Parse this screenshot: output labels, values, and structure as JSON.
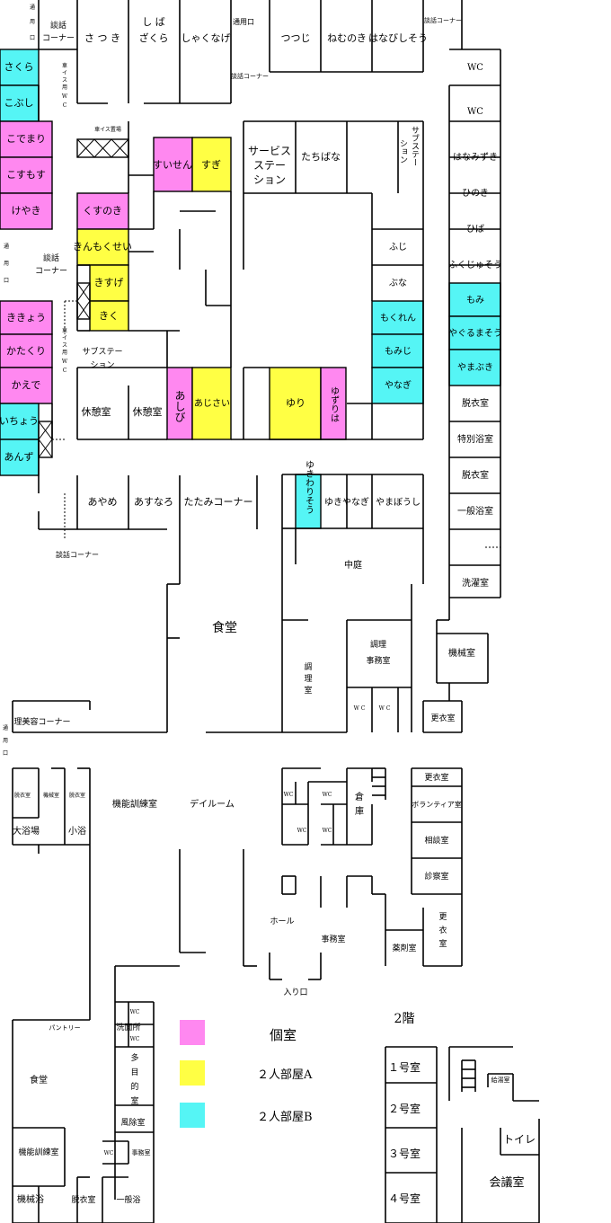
{
  "colors": {
    "private": "#FF88F0",
    "double_a": "#FFFF44",
    "double_b": "#55F5F5"
  },
  "legend": {
    "private": "個室",
    "double_a": "２人部屋A",
    "double_b": "２人部屋B"
  },
  "floor2_title": "2階",
  "rooms": {
    "satsuki": "さ つ き",
    "shiba": "し ば",
    "zakura": "ざくら",
    "shakunage": "しゃくなげ",
    "tsutsuji": "つつじ",
    "nemunoki": "ねむのき",
    "hanabishisou": "はなびしそう",
    "sakura": "さくら",
    "kobushi": "こぶし",
    "kodemari": "こでまり",
    "kosumosu": "こすもす",
    "keyaki": "けやき",
    "suisen": "すいせん",
    "sugi": "すぎ",
    "kusunoki": "くすのき",
    "kinmokusei": "きんもくせい",
    "kisuge": "きすげ",
    "kiku": "きく",
    "kikyou": "ききょう",
    "katakuri": "かたくり",
    "kaede": "かえで",
    "ichou": "いちょう",
    "anzu": "あんず",
    "ashibi": "あしび",
    "ajisai": "あじさい",
    "yuri": "ゆり",
    "yuzuriha": "ゆずりは",
    "tachibana": "たちばな",
    "fuji": "ふじ",
    "buna": "ぶな",
    "mokuren": "もくれん",
    "momiji": "もみじ",
    "yanagi": "やなぎ",
    "hanamizuki": "はなみずき",
    "hinoki": "ひのき",
    "hiba": "ひば",
    "fukujusou": "ふくじゅそう",
    "momi": "もみ",
    "yagurumasou": "やぐるまそう",
    "yamabuki": "やまぶき",
    "yukiwarisou": "ゆきわりそう",
    "yukiyanagi": "ゆきやなぎ",
    "yamabousi": "やまぼうし",
    "ayame": "あやめ",
    "asunaro": "あすなろ",
    "tatami_corner": "たたみコーナー",
    "rest1": "休憩室",
    "rest2": "休憩室"
  },
  "facilities": {
    "service_station": [
      "サービス",
      "ステー",
      "ション"
    ],
    "substation_right": [
      "サブステー",
      "ション"
    ],
    "substation_left": [
      "サブステー",
      "ション"
    ],
    "wc1": "WC",
    "wc2": "WC",
    "dressing1": "脱衣室",
    "special_bath": "特別浴室",
    "dressing2": "脱衣室",
    "general_bath": "一般浴室",
    "laundry": "洗濯室",
    "machine1": "機械室",
    "locker1": "更衣室",
    "courtyard": "中庭",
    "dining": "食堂",
    "kitchen": [
      "調",
      "理",
      "室"
    ],
    "kitchen_office": [
      "調理",
      "事務室"
    ],
    "barber": "理美容コーナー",
    "rehab": "機能訓練室",
    "dayroom": "デイルーム",
    "big_bath": "大浴場",
    "small_bath": "小浴",
    "storage": [
      "倉",
      "庫"
    ],
    "locker2": "更衣室",
    "volunteer": "ボランティア室",
    "counsel": "相談室",
    "exam": "診察室",
    "locker3": [
      "更",
      "衣",
      "室"
    ],
    "pharmacy": "薬剤室",
    "hall": "ホール",
    "office": "事務室",
    "entrance": "入り口",
    "pantry": "パントリー",
    "dining2": "食堂",
    "washroom": "洗面所",
    "multipurpose": [
      "多",
      "目",
      "的",
      "室"
    ],
    "wind_room": "風除室",
    "rehab2": "機能訓練室",
    "office2": "事務室",
    "machine_bath": "機械浴",
    "dressing3": "脱衣室",
    "general_bath2": "一般浴",
    "dressing_small_a": "脱衣室",
    "machine_small": "機械室",
    "dressing_small_b": "脱衣室"
  },
  "labels": {
    "talk_top": [
      "談話",
      "コーナー"
    ],
    "talk_top2": "談話コーナー",
    "talk_top_right": "談話コーナー",
    "talk_mid": [
      "談話",
      "コーナー"
    ],
    "talk_bottom": "談話コーナー",
    "exit_top_left": [
      "通",
      "用",
      "口"
    ],
    "exit_top": "通用口",
    "exit_mid": [
      "通",
      "用",
      "口"
    ],
    "exit_bottom": [
      "通",
      "用",
      "口"
    ],
    "wheelchair_wc": [
      "車",
      "イ",
      "ス",
      "用",
      "W",
      "C"
    ],
    "wheelchair_wc2": [
      "車",
      "イ",
      "ス",
      "用",
      "W",
      "C"
    ],
    "wheelchair_storage": "車イス置場"
  },
  "wc": {
    "wc_a": "W C",
    "wc_b": "W C",
    "wc_c": "WC",
    "wc_d": "WC",
    "wc_e": "WC",
    "wc_f": "WC",
    "wc_g": "WC",
    "wc_h": "WC",
    "wc_i": "WC"
  },
  "floor2": {
    "room1": "１号室",
    "room2": "２号室",
    "room3": "３号室",
    "room4": "４号室",
    "storeroom": "給湯室",
    "toilet": "トイレ",
    "meeting": "会議室"
  }
}
